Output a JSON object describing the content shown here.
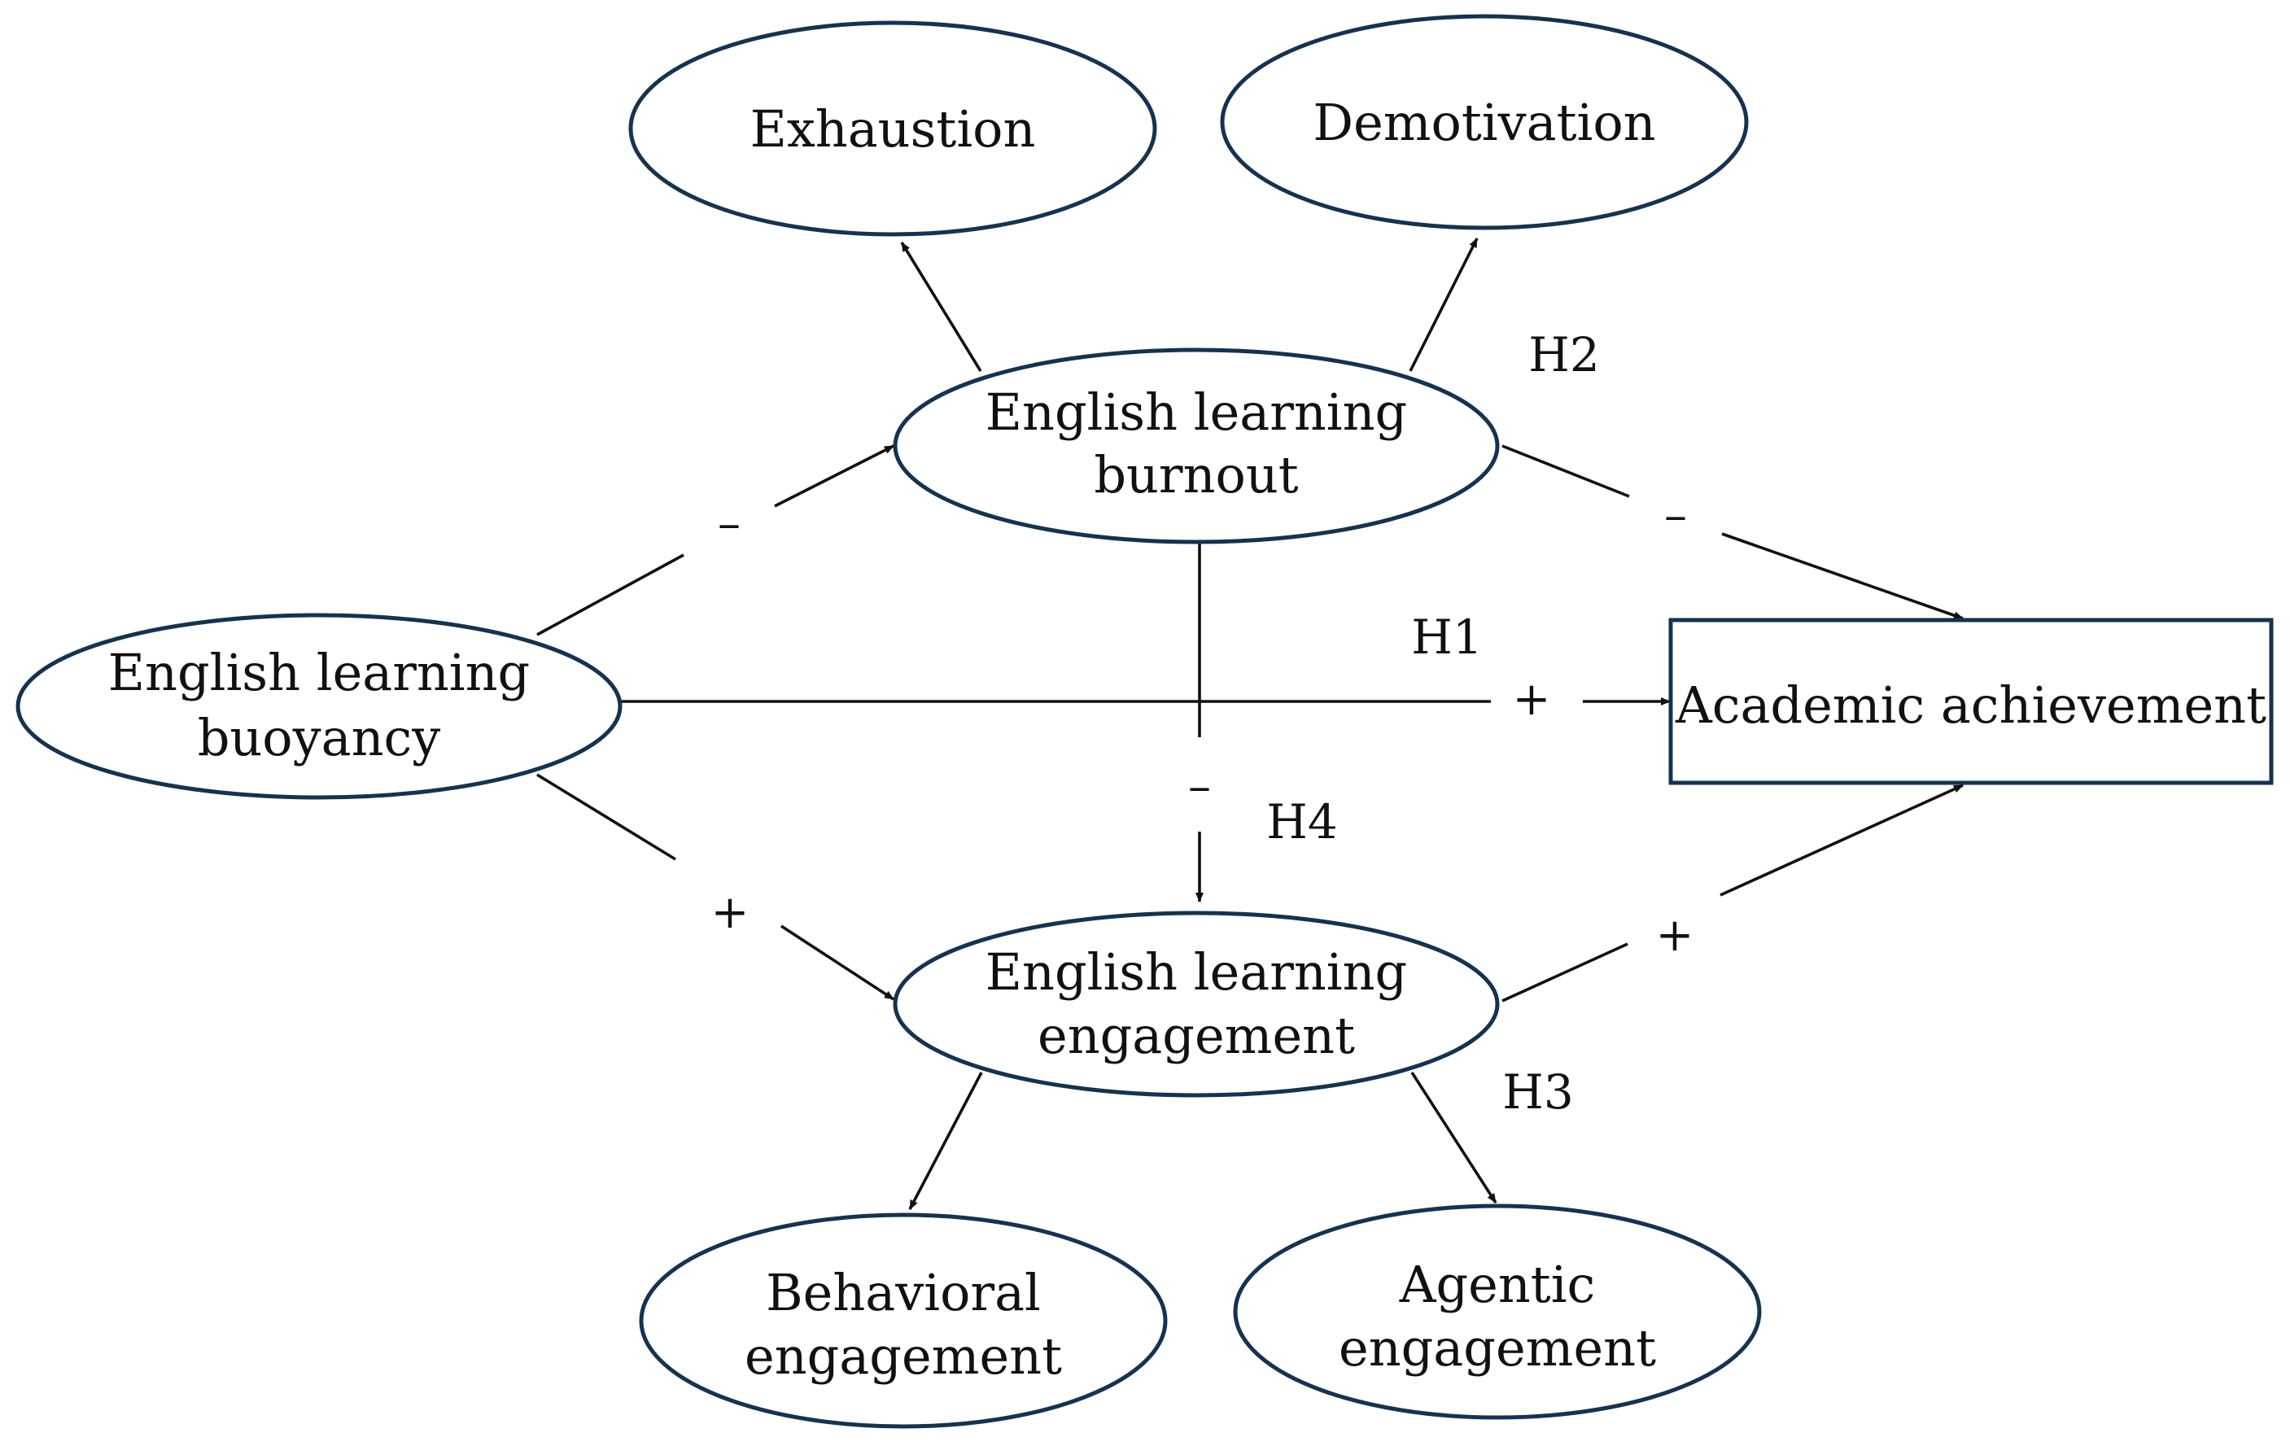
{
  "nodes": {
    "exhaustion": {
      "lines": [
        "Exhaustion"
      ]
    },
    "demotivation": {
      "lines": [
        "Demotivation"
      ]
    },
    "burnout": {
      "lines": [
        "English learning",
        "burnout"
      ]
    },
    "buoyancy": {
      "lines": [
        "English learning",
        "buoyancy"
      ]
    },
    "achievement": {
      "lines": [
        "Academic achievement"
      ]
    },
    "engagement": {
      "lines": [
        "English learning",
        "engagement"
      ]
    },
    "behavioral": {
      "lines": [
        "Behavioral",
        "engagement"
      ]
    },
    "agentic": {
      "lines": [
        "Agentic",
        "engagement"
      ]
    }
  },
  "edges": [
    {
      "from": "burnout",
      "to": "exhaustion",
      "sign": ""
    },
    {
      "from": "burnout",
      "to": "demotivation",
      "sign": ""
    },
    {
      "from": "buoyancy",
      "to": "burnout",
      "sign": "–"
    },
    {
      "from": "burnout",
      "to": "achievement",
      "sign": "–"
    },
    {
      "from": "buoyancy",
      "to": "achievement",
      "sign": "+"
    },
    {
      "from": "burnout",
      "to": "engagement",
      "sign": "–"
    },
    {
      "from": "buoyancy",
      "to": "engagement",
      "sign": "+"
    },
    {
      "from": "engagement",
      "to": "achievement",
      "sign": "+"
    },
    {
      "from": "engagement",
      "to": "behavioral",
      "sign": ""
    },
    {
      "from": "engagement",
      "to": "agentic",
      "sign": ""
    }
  ],
  "hypotheses": {
    "h1": "H1",
    "h2": "H2",
    "h3": "H3",
    "h4": "H4"
  },
  "colors": {
    "node_stroke": "#16324f",
    "edge": "#111111",
    "background": "#ffffff"
  }
}
